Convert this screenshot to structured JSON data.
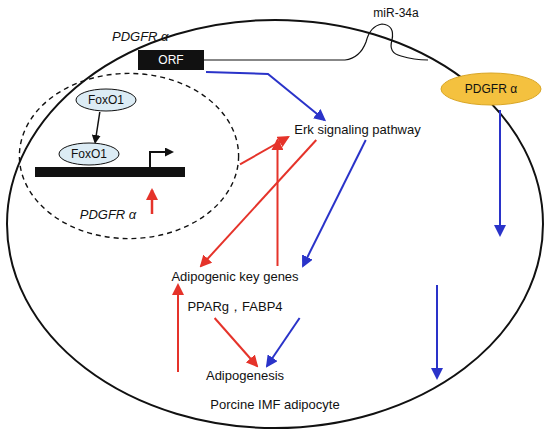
{
  "diagram": {
    "nodes": [
      {
        "text": [
          "Porcine IMF adipocyte"
        ]
      },
      {
        "text": [
          "PDGFR α"
        ],
        "in": 0
      },
      {
        "text": [
          "FoxO1"
        ],
        "in": 1
      },
      {
        "text": [
          "FoxO1"
        ],
        "in": 1
      },
      {
        "text": [
          "PDGFR α",
          "ORF"
        ],
        "in": 0
      },
      {
        "text": [
          "PDGFR α"
        ],
        "in": 0
      },
      {
        "text": [
          "Erk signaling pathway"
        ],
        "in": 0
      },
      {
        "text": [
          "Adipogenic key genes",
          "PPARg，FABP4"
        ],
        "in": 0
      },
      {
        "text": [
          "Adipogenesis"
        ],
        "in": 0
      }
    ],
    "edges": [
      {
        "from": 4,
        "to": 6,
        "arrow": "to"
      },
      {
        "from": 2,
        "to": 3,
        "arrow": "to"
      },
      {
        "from": 1,
        "to": 6,
        "arrow": "to"
      },
      {
        "from": 7,
        "to": 6,
        "arrow": "to"
      },
      {
        "from": 6,
        "to": 7,
        "arrow": "to"
      },
      {
        "from": 6,
        "to": 7,
        "arrow": "to"
      },
      {
        "from": 7,
        "to": 8,
        "arrow": "to"
      },
      {
        "from": 7,
        "to": 8,
        "arrow": "to"
      }
    ],
    "labels": [
      "miR-34a"
    ]
  }
}
